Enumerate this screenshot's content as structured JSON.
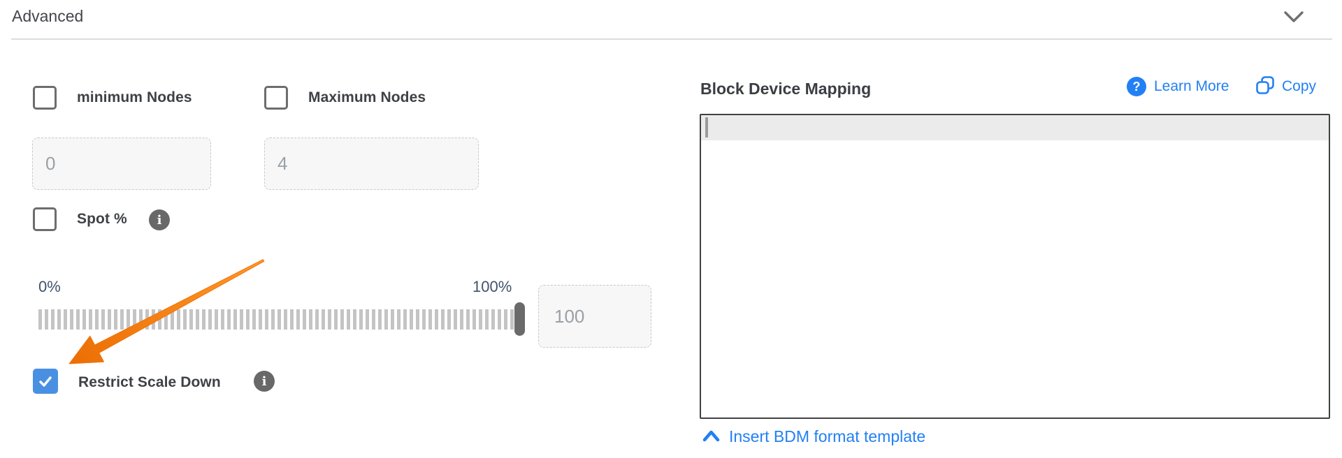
{
  "header": {
    "title": "Advanced"
  },
  "form": {
    "min_nodes": {
      "label": "minimum Nodes",
      "checked": false,
      "value": "0"
    },
    "max_nodes": {
      "label": "Maximum Nodes",
      "checked": false,
      "value": "4"
    },
    "spot": {
      "label": "Spot %",
      "checked": false
    },
    "slider": {
      "min_label": "0%",
      "max_label": "100%",
      "value": "100"
    },
    "restrict": {
      "label": "Restrict Scale Down",
      "checked": true
    }
  },
  "bdm": {
    "title": "Block Device Mapping",
    "learn_more_label": "Learn More",
    "copy_label": "Copy",
    "editor_content": "",
    "insert_template_label": "Insert BDM format template"
  },
  "icons": {
    "info_glyph": "i",
    "question_glyph": "?"
  },
  "colors": {
    "accent_blue": "#2280f4",
    "checked_checkbox_blue": "#4a90e2",
    "arrow_orange": "#f2770e",
    "label_dark": "#3e4146",
    "slider_label_slate": "#42526e"
  }
}
